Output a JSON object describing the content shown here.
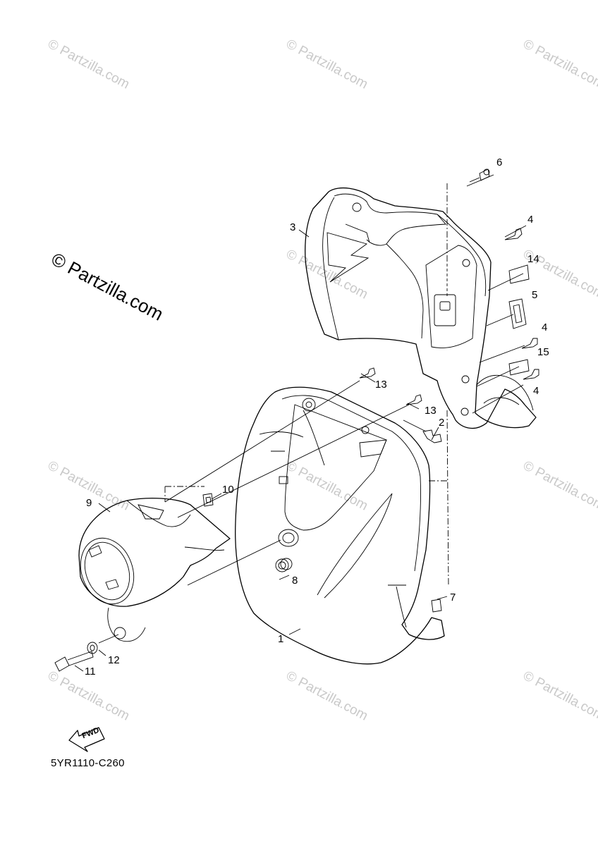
{
  "watermark": "© Partzilla.com",
  "watermark_main": "© Partzilla.com",
  "diagram_code": "5YR1110-C260",
  "fwd_label": "FWD",
  "parts": {
    "p1": "1",
    "p2": "2",
    "p3": "3",
    "p4a": "4",
    "p4b": "4",
    "p4c": "4",
    "p5": "5",
    "p6": "6",
    "p7": "7",
    "p8": "8",
    "p9": "9",
    "p10": "10",
    "p11": "11",
    "p12": "12",
    "p13a": "13",
    "p13b": "13",
    "p14": "14",
    "p15": "15"
  }
}
